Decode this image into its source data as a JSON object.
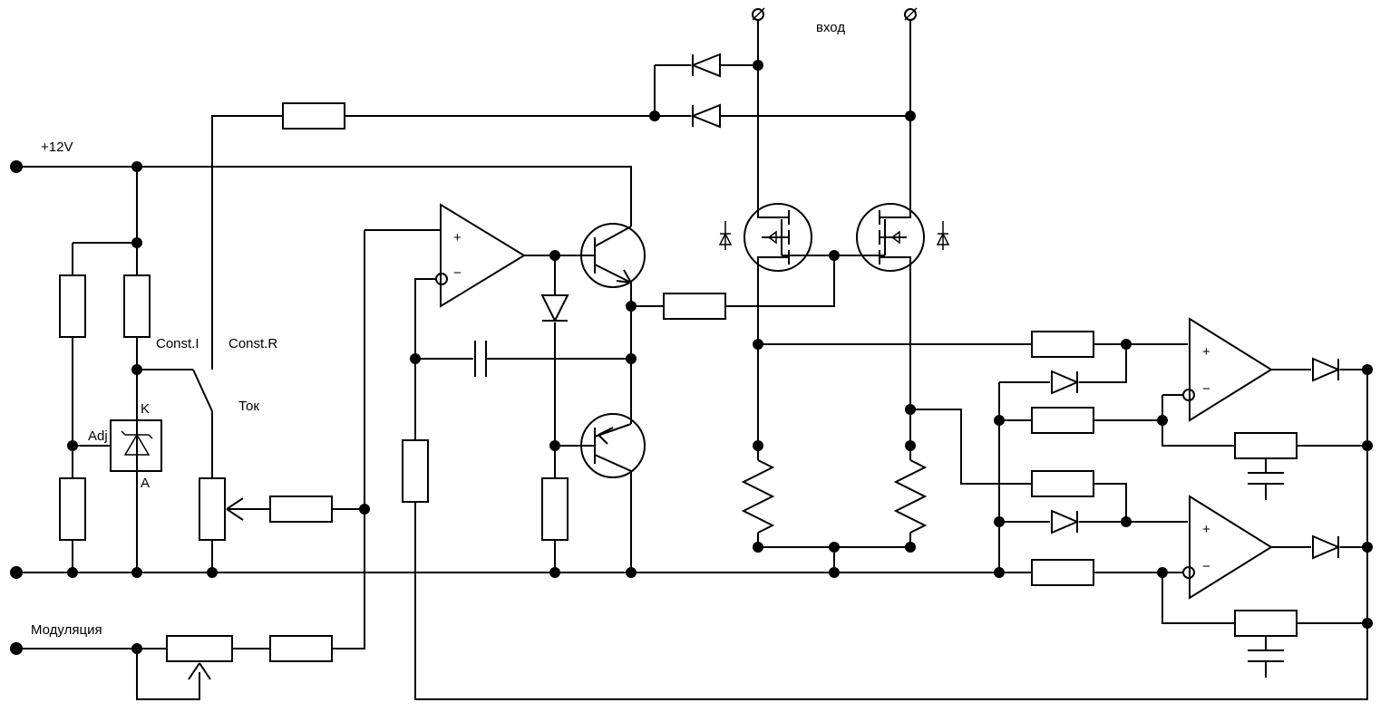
{
  "labels": {
    "supply": "+12V",
    "input": "вход",
    "const_i": "Const.I",
    "const_r": "Const.R",
    "current": "Ток",
    "modulation": "Модуляция",
    "ref_k": "K",
    "ref_adj": "Adj",
    "ref_a": "A",
    "plus_top": "+",
    "minus_top": "−",
    "plus_r1": "+",
    "minus_r1": "−",
    "plus_r2": "+",
    "minus_r2": "−"
  },
  "colors": {
    "ink": "#000000",
    "background": "#ffffff"
  }
}
